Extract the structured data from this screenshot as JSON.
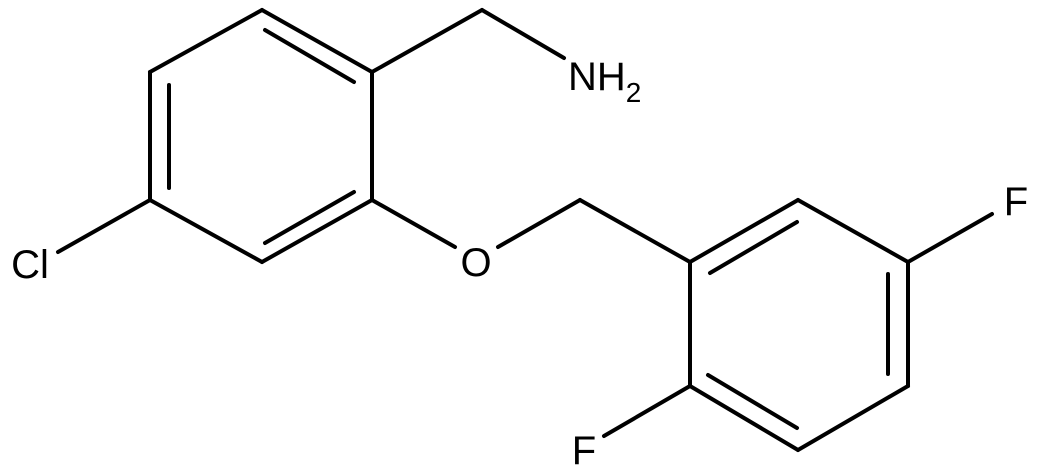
{
  "molecule": {
    "atoms": {
      "nh2": {
        "main": "NH",
        "sub": "2"
      },
      "o": "O",
      "cl": "Cl",
      "f_upper": "F",
      "f_lower": "F"
    }
  }
}
